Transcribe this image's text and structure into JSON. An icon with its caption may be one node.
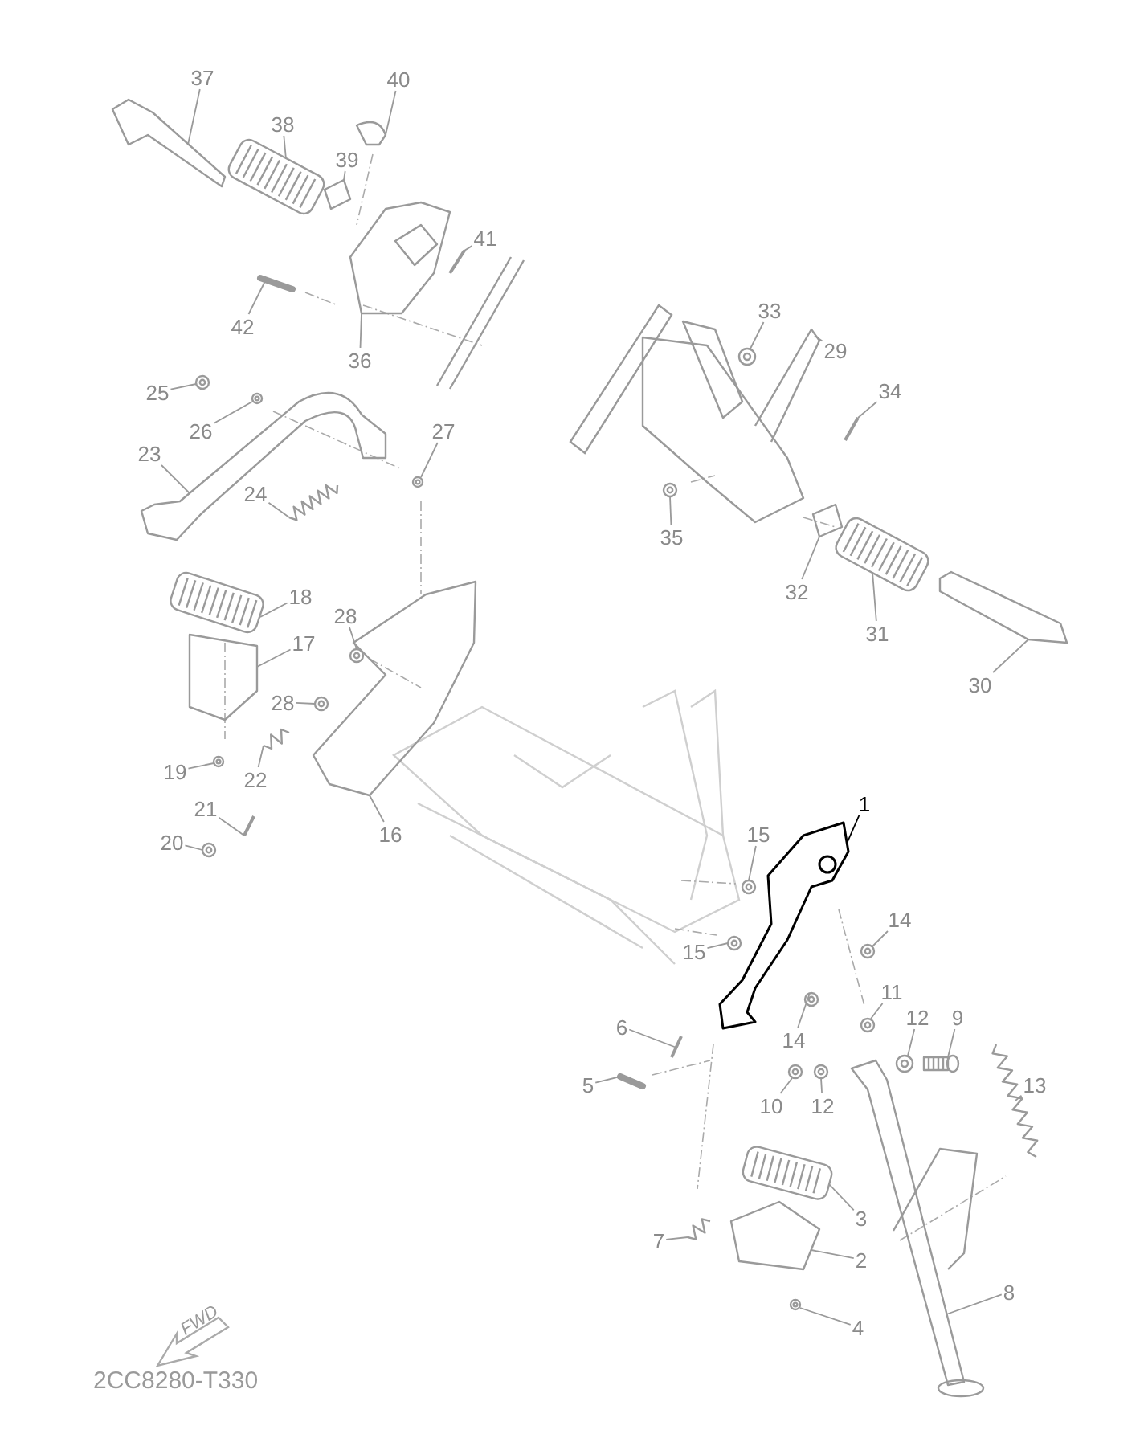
{
  "diagram": {
    "nodes": [
      {
        "text": [
          "37"
        ]
      },
      {
        "text": [
          "40"
        ]
      },
      {
        "text": [
          "38"
        ]
      },
      {
        "text": [
          "39"
        ]
      },
      {
        "text": [
          "41"
        ]
      },
      {
        "text": [
          "42"
        ]
      },
      {
        "text": [
          "36"
        ]
      },
      {
        "text": [
          "33"
        ]
      },
      {
        "text": [
          "29"
        ]
      },
      {
        "text": [
          "34"
        ]
      },
      {
        "text": [
          "25"
        ]
      },
      {
        "text": [
          "26"
        ]
      },
      {
        "text": [
          "27"
        ]
      },
      {
        "text": [
          "23"
        ]
      },
      {
        "text": [
          "24"
        ]
      },
      {
        "text": [
          "35"
        ]
      },
      {
        "text": [
          "32"
        ]
      },
      {
        "text": [
          "31"
        ]
      },
      {
        "text": [
          "30"
        ]
      },
      {
        "text": [
          "18"
        ]
      },
      {
        "text": [
          "28"
        ]
      },
      {
        "text": [
          "17"
        ]
      },
      {
        "text": [
          "28"
        ]
      },
      {
        "text": [
          "19"
        ]
      },
      {
        "text": [
          "22"
        ]
      },
      {
        "text": [
          "16"
        ]
      },
      {
        "text": [
          "21"
        ]
      },
      {
        "text": [
          "20"
        ]
      },
      {
        "text": [
          "15"
        ]
      },
      {
        "text": [
          "1"
        ]
      },
      {
        "text": [
          "14"
        ]
      },
      {
        "text": [
          "15"
        ]
      },
      {
        "text": [
          "11"
        ]
      },
      {
        "text": [
          "6"
        ]
      },
      {
        "text": [
          "14"
        ]
      },
      {
        "text": [
          "12"
        ]
      },
      {
        "text": [
          "9"
        ]
      },
      {
        "text": [
          "5"
        ]
      },
      {
        "text": [
          "10"
        ]
      },
      {
        "text": [
          "12"
        ]
      },
      {
        "text": [
          "13"
        ]
      },
      {
        "text": [
          "7"
        ]
      },
      {
        "text": [
          "3"
        ]
      },
      {
        "text": [
          "2"
        ]
      },
      {
        "text": [
          "8"
        ]
      },
      {
        "text": [
          "4"
        ]
      },
      {
        "text": [],
        "shape": "picture"
      },
      {
        "text": [],
        "shape": "picture"
      },
      {
        "text": [],
        "shape": "picture"
      },
      {
        "text": [],
        "shape": "picture"
      },
      {
        "text": [],
        "shape": "picture"
      },
      {
        "text": [],
        "shape": "picture"
      },
      {
        "text": [],
        "shape": "picture"
      },
      {
        "text": [],
        "shape": "picture"
      },
      {
        "text": [],
        "shape": "picture"
      },
      {
        "text": [],
        "shape": "picture"
      },
      {
        "text": [],
        "shape": "picture"
      },
      {
        "text": [],
        "shape": "picture"
      },
      {
        "text": [],
        "shape": "picture"
      },
      {
        "text": [],
        "shape": "picture"
      },
      {
        "text": [],
        "shape": "picture"
      },
      {
        "text": [],
        "shape": "picture"
      },
      {
        "text": [],
        "shape": "picture"
      },
      {
        "text": [],
        "shape": "picture"
      },
      {
        "text": [],
        "shape": "picture"
      },
      {
        "text": [],
        "shape": "picture"
      },
      {
        "text": [],
        "shape": "picture"
      },
      {
        "text": [],
        "shape": "picture"
      },
      {
        "text": [],
        "shape": "picture"
      },
      {
        "text": [],
        "shape": "picture"
      },
      {
        "text": [],
        "shape": "picture"
      },
      {
        "text": [],
        "shape": "picture"
      },
      {
        "text": [],
        "shape": "picture"
      },
      {
        "text": [],
        "shape": "picture"
      },
      {
        "text": [],
        "shape": "picture"
      },
      {
        "text": [],
        "shape": "picture"
      },
      {
        "text": [],
        "shape": "picture"
      },
      {
        "text": [],
        "shape": "picture"
      },
      {
        "text": [],
        "shape": "picture"
      },
      {
        "text": [],
        "shape": "picture"
      },
      {
        "text": [],
        "shape": "picture"
      },
      {
        "text": [],
        "shape": "picture"
      },
      {
        "text": [],
        "shape": "picture"
      },
      {
        "text": [],
        "shape": "picture"
      },
      {
        "text": [],
        "shape": "picture"
      },
      {
        "text": [],
        "shape": "picture"
      },
      {
        "text": [],
        "shape": "picture"
      },
      {
        "text": [],
        "shape": "picture"
      },
      {
        "text": [],
        "shape": "picture"
      },
      {
        "text": [],
        "shape": "picture"
      },
      {
        "text": [],
        "shape": "picture"
      },
      {
        "text": [],
        "shape": "picture"
      }
    ],
    "edges": [
      {
        "from": 0,
        "to": 46,
        "arrow": "none"
      },
      {
        "from": 1,
        "to": 47,
        "arrow": "none"
      },
      {
        "from": 2,
        "to": 48,
        "arrow": "none"
      },
      {
        "from": 3,
        "to": 49,
        "arrow": "none"
      },
      {
        "from": 4,
        "to": 50,
        "arrow": "none"
      },
      {
        "from": 5,
        "to": 51,
        "arrow": "none"
      },
      {
        "from": 6,
        "to": 52,
        "arrow": "none"
      },
      {
        "from": 7,
        "to": 53,
        "arrow": "none"
      },
      {
        "from": 8,
        "to": 54,
        "arrow": "none"
      },
      {
        "from": 9,
        "to": 55,
        "arrow": "none"
      },
      {
        "from": 10,
        "to": 56,
        "arrow": "none"
      },
      {
        "from": 11,
        "to": 57,
        "arrow": "none"
      },
      {
        "from": 12,
        "to": 58,
        "arrow": "none"
      },
      {
        "from": 13,
        "to": 59,
        "arrow": "none"
      },
      {
        "from": 14,
        "to": 60,
        "arrow": "none"
      },
      {
        "from": 15,
        "to": 61,
        "arrow": "none"
      },
      {
        "from": 16,
        "to": 62,
        "arrow": "none"
      },
      {
        "from": 17,
        "to": 63,
        "arrow": "none"
      },
      {
        "from": 18,
        "to": 64,
        "arrow": "none"
      },
      {
        "from": 19,
        "to": 65,
        "arrow": "none"
      },
      {
        "from": 20,
        "to": 66,
        "arrow": "none"
      },
      {
        "from": 21,
        "to": 67,
        "arrow": "none"
      },
      {
        "from": 22,
        "to": 68,
        "arrow": "none"
      },
      {
        "from": 23,
        "to": 69,
        "arrow": "none"
      },
      {
        "from": 24,
        "to": 70,
        "arrow": "none"
      },
      {
        "from": 25,
        "to": 71,
        "arrow": "none"
      },
      {
        "from": 26,
        "to": 72,
        "arrow": "none"
      },
      {
        "from": 27,
        "to": 73,
        "arrow": "none"
      },
      {
        "from": 28,
        "to": 74,
        "arrow": "none"
      },
      {
        "from": 29,
        "to": 75,
        "arrow": "none",
        "color": "#000000"
      },
      {
        "from": 30,
        "to": 76,
        "arrow": "none"
      },
      {
        "from": 31,
        "to": 77,
        "arrow": "none"
      },
      {
        "from": 32,
        "to": 78,
        "arrow": "none"
      },
      {
        "from": 33,
        "to": 79,
        "arrow": "none"
      },
      {
        "from": 34,
        "to": 80,
        "arrow": "none"
      },
      {
        "from": 35,
        "to": 81,
        "arrow": "none"
      },
      {
        "from": 36,
        "to": 82,
        "arrow": "none"
      },
      {
        "from": 37,
        "to": 83,
        "arrow": "none"
      },
      {
        "from": 38,
        "to": 84,
        "arrow": "none"
      },
      {
        "from": 39,
        "to": 85,
        "arrow": "none"
      },
      {
        "from": 40,
        "to": 86,
        "arrow": "none"
      },
      {
        "from": 41,
        "to": 87,
        "arrow": "none"
      },
      {
        "from": 42,
        "to": 88,
        "arrow": "none"
      },
      {
        "from": 43,
        "to": 89,
        "arrow": "none"
      },
      {
        "from": 44,
        "to": 90,
        "arrow": "none"
      },
      {
        "from": 45,
        "to": 91,
        "arrow": "none"
      }
    ],
    "labels": [
      "FWD",
      "2CC8280-T330"
    ]
  }
}
